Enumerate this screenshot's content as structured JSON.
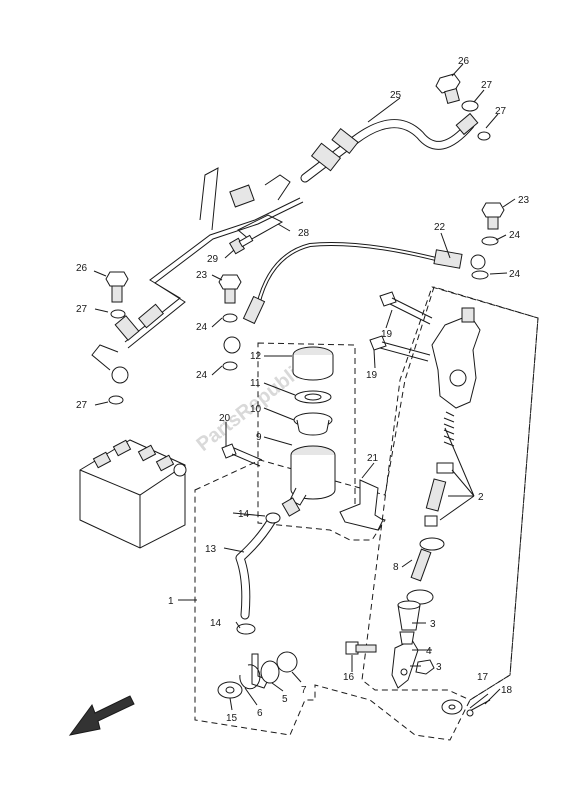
{
  "watermark": "PartsRepublik",
  "callouts": {
    "p1": "1",
    "p2": "2",
    "p3a": "3",
    "p3b": "3",
    "p4": "4",
    "p5": "5",
    "p6": "6",
    "p7": "7",
    "p8": "8",
    "p9": "9",
    "p10": "10",
    "p11": "11",
    "p12": "12",
    "p13": "13",
    "p14a": "14",
    "p14b": "14",
    "p15": "15",
    "p16": "16",
    "p17": "17",
    "p18": "18",
    "p19a": "19",
    "p19b": "19",
    "p20": "20",
    "p21": "21",
    "p22": "22",
    "p23a": "23",
    "p23b": "23",
    "p24a": "24",
    "p24b": "24",
    "p24c": "24",
    "p24d": "24",
    "p25": "25",
    "p26a": "26",
    "p26b": "26",
    "p27a": "27",
    "p27b": "27",
    "p27c": "27",
    "p27d": "27",
    "p28": "28",
    "p29": "29"
  }
}
